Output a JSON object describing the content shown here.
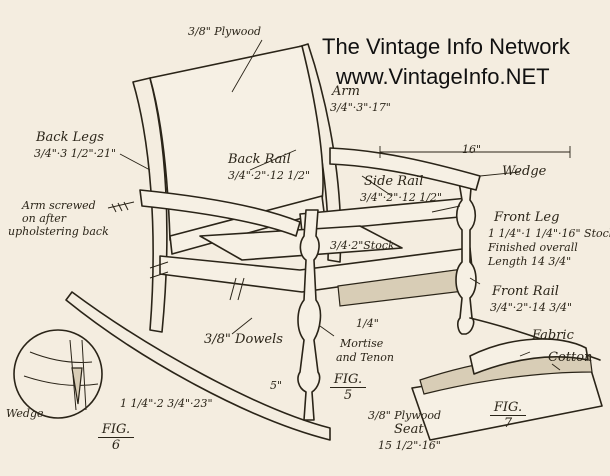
{
  "header": {
    "line1": "The Vintage Info Network",
    "line2": "www.VintageInfo.NET"
  },
  "labels": {
    "plywood_back": "3/8\" Plywood",
    "back_legs_title": "Back Legs",
    "back_legs_dims": "3/4\"·3 1/2\"·21\"",
    "arm_screw_1": "Arm screwed",
    "arm_screw_2": "on after",
    "arm_screw_3": "upholstering back",
    "arm_title": "Arm",
    "arm_dims": "3/4\"·3\"·17\"",
    "sixteen": "16\"",
    "wedge": "Wedge",
    "back_rail_title": "Back Rail",
    "back_rail_dims": "3/4\"·2\"·12 1/2\"",
    "side_rail_title": "Side Rail",
    "side_rail_dims": "3/4\"·2\"·12 1/2\"",
    "front_leg_1": "Front Leg",
    "front_leg_2": "1 1/4\"·1 1/4\"·16\" Stock",
    "front_leg_3": "Finished overall",
    "front_leg_4": "Length 14 3/4\"",
    "stock": "3/4·2\"Stock",
    "front_rail_title": "Front Rail",
    "front_rail_dims": "3/4\"·2\"·14 3/4\"",
    "dowels": "3/8\" Dowels",
    "quarter": "1/4\"",
    "mortise_1": "Mortise",
    "mortise_2": "and Tenon",
    "fabric": "Fabric",
    "cotton": "Cotton",
    "wedge_small": "Wedge",
    "rocker_dims": "1 1/4\"·2 3/4\"·23\"",
    "five": "5\"",
    "seat_1": "3/8\" Plywood",
    "seat_2": "Seat",
    "seat_3": "15 1/2\"·16\""
  },
  "figures": [
    {
      "prefix": "FIG.",
      "number": "5"
    },
    {
      "prefix": "FIG.",
      "number": "6"
    },
    {
      "prefix": "FIG.",
      "number": "7"
    }
  ]
}
